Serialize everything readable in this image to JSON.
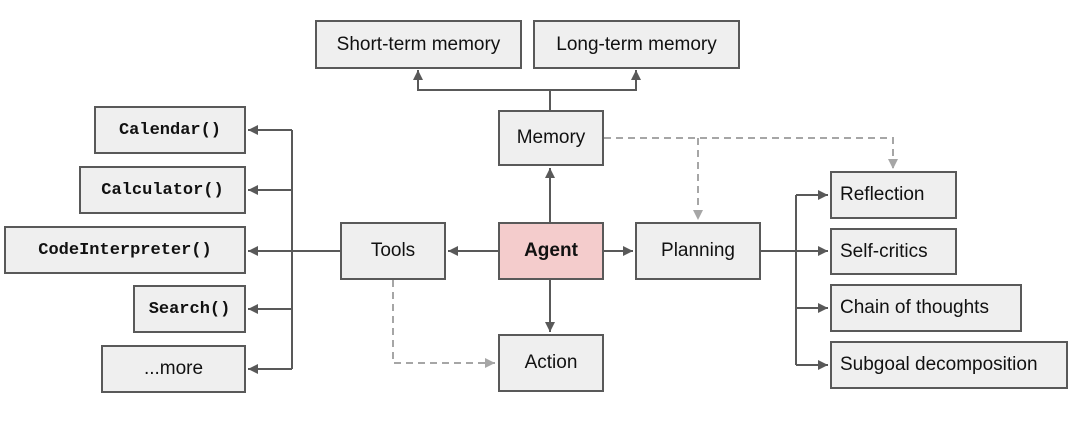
{
  "diagram": {
    "agent": {
      "label": "Agent",
      "fill": "#f4cccc"
    },
    "memory": {
      "label": "Memory",
      "children": [
        "Short-term memory",
        "Long-term memory"
      ]
    },
    "tools": {
      "label": "Tools",
      "children": [
        "Calendar()",
        "Calculator()",
        "CodeInterpreter()",
        "Search()",
        "...more"
      ]
    },
    "planning": {
      "label": "Planning",
      "children": [
        "Reflection",
        "Self-critics",
        "Chain of thoughts",
        "Subgoal decomposition"
      ]
    },
    "action": {
      "label": "Action"
    },
    "colors": {
      "node_fill": "#efefef",
      "node_border": "#595959",
      "solid_edge": "#595959",
      "dashed_edge": "#a6a6a6"
    }
  }
}
